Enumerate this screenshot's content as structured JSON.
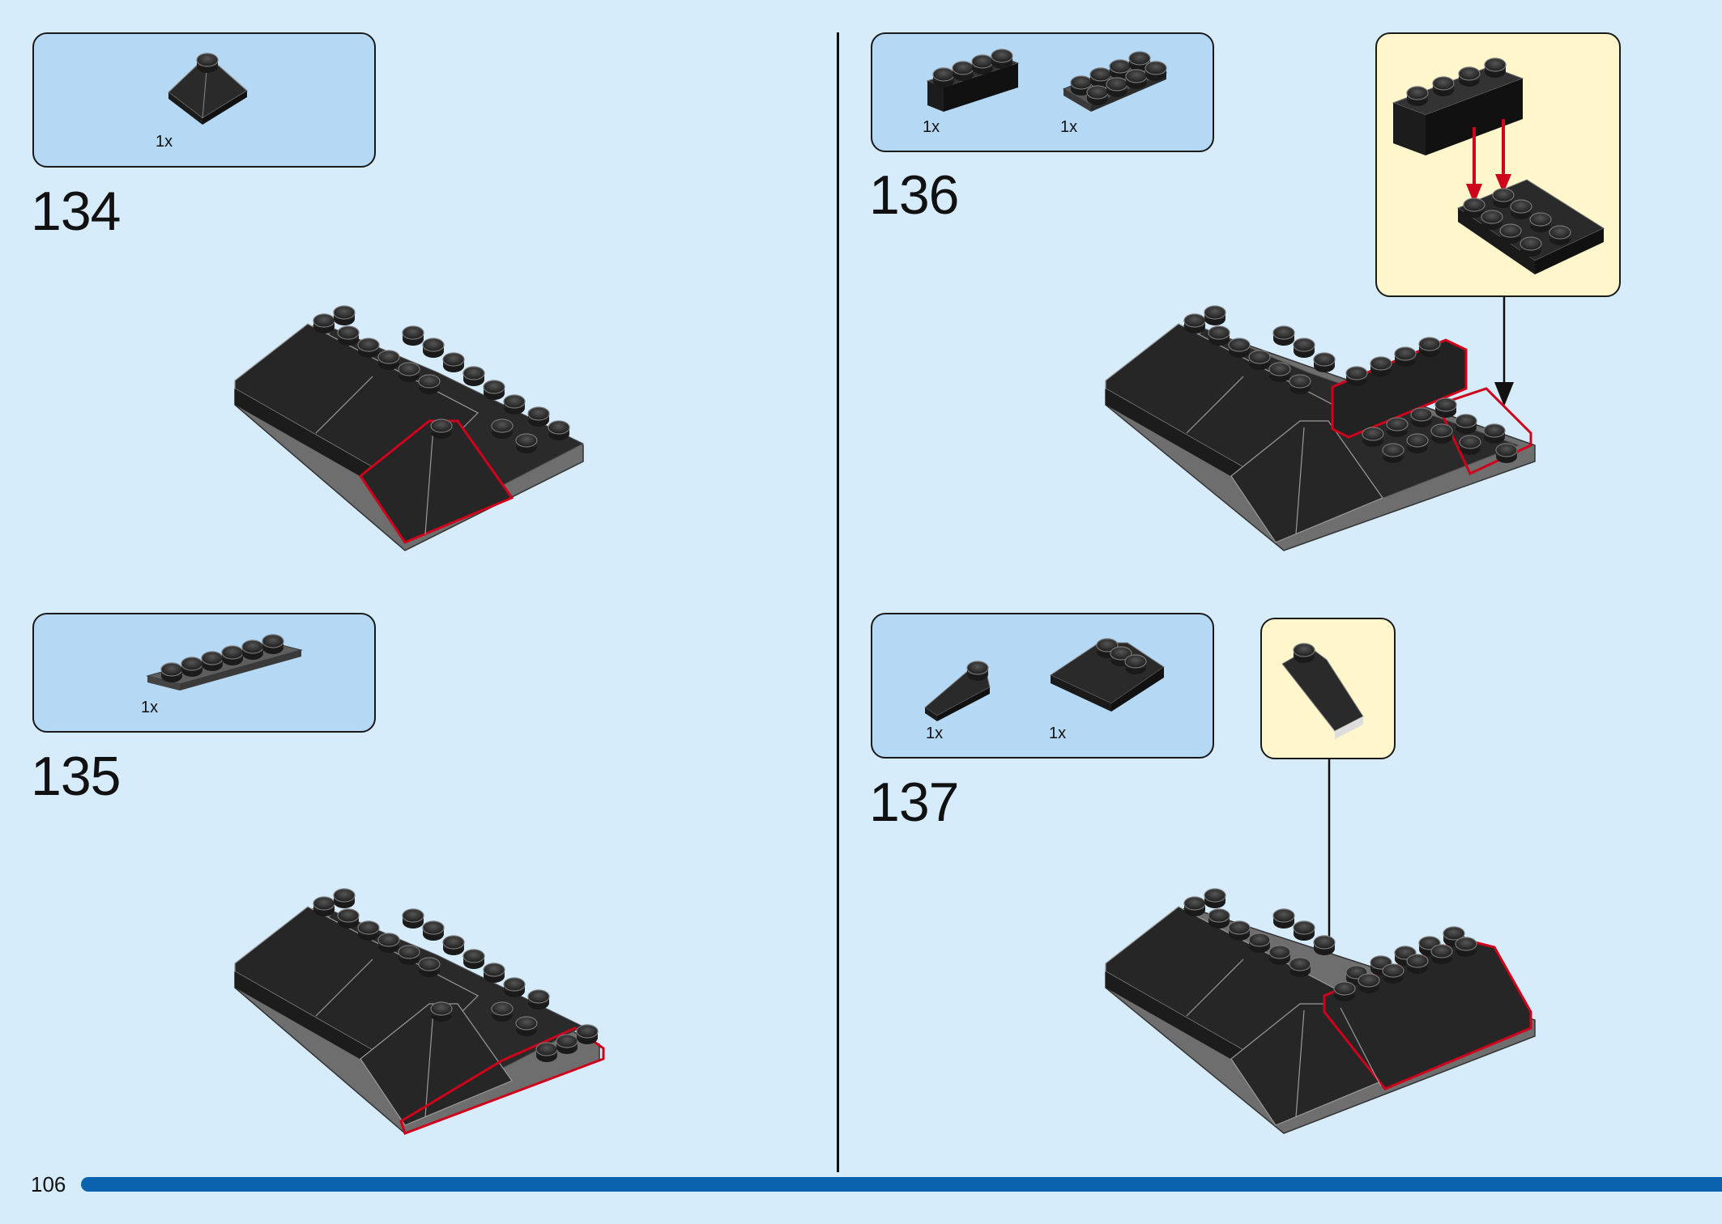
{
  "steps": [
    {
      "number": "134",
      "parts": [
        {
          "qty": "1x",
          "icon": "slope-pyramid-brick-icon"
        }
      ]
    },
    {
      "number": "135",
      "parts": [
        {
          "qty": "1x",
          "icon": "plate-1x6-icon"
        }
      ]
    },
    {
      "number": "136",
      "parts": [
        {
          "qty": "1x",
          "icon": "brick-1x4-icon"
        },
        {
          "qty": "1x",
          "icon": "plate-2x4-icon"
        }
      ]
    },
    {
      "number": "137",
      "parts": [
        {
          "qty": "1x",
          "icon": "slope-small-icon"
        },
        {
          "qty": "1x",
          "icon": "slope-3x2-icon"
        }
      ]
    }
  ],
  "page": {
    "number": "106"
  },
  "colors": {
    "background": "#d6ecfb",
    "parts_box": "#b5d8f5",
    "callout": "#fff6cc",
    "brick": "#2b2b2b",
    "highlight": "#d0021b",
    "progress": "#0b63b0"
  }
}
